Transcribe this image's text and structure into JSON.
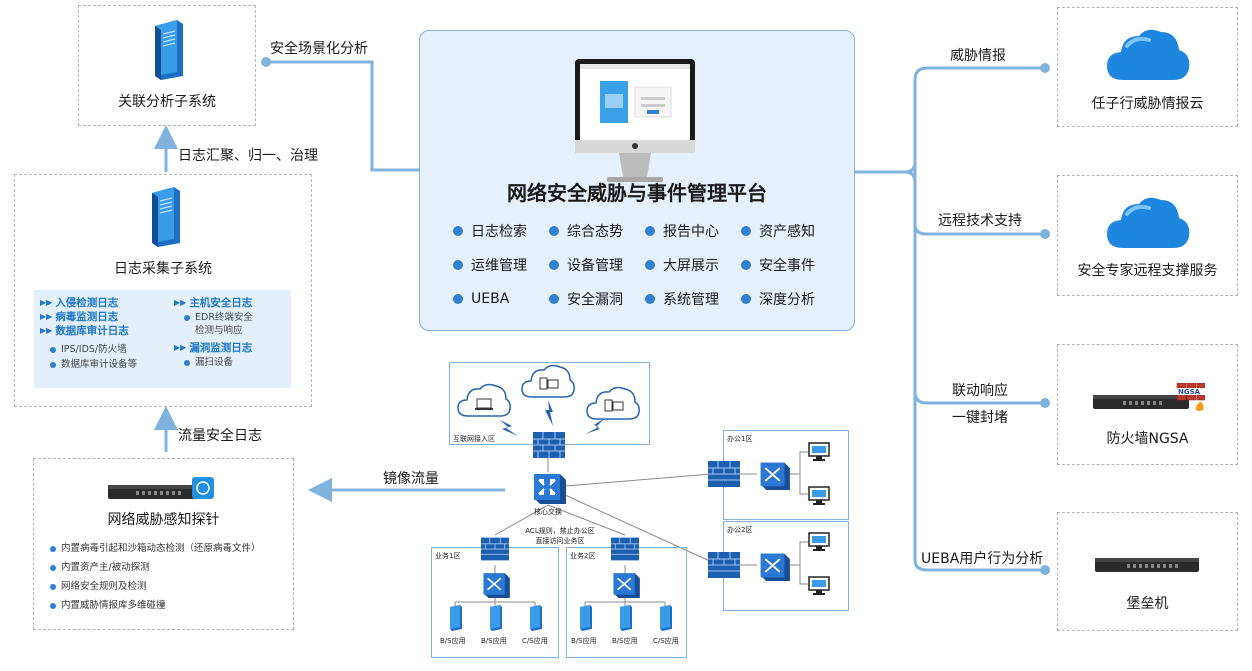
{
  "platform": {
    "title": "网络安全威胁与事件管理平台",
    "features": [
      "日志检索",
      "综合态势",
      "报告中心",
      "资产感知",
      "运维管理",
      "设备管理",
      "大屏展示",
      "安全事件",
      "UEBA",
      "安全漏洞",
      "系统管理",
      "深度分析"
    ]
  },
  "left": {
    "correlation": {
      "title": "关联分析子系统"
    },
    "scenario_label": "安全场景化分析",
    "aggregate_label": "日志汇聚、归一、治理",
    "collection": {
      "title": "日志采集子系统",
      "panel_left": {
        "items": [
          "入侵检测日志",
          "病毒监测日志",
          "数据库审计日志"
        ],
        "bullets": [
          "IPS/IDS/防火墙",
          "数据库审计设备等"
        ]
      },
      "panel_right": {
        "item1": "主机安全日志",
        "sub1": [
          "EDR终端安全",
          "检测与响应"
        ],
        "item2": "漏洞监测日志",
        "bullets": [
          "漏扫设备"
        ]
      }
    },
    "traffic_label": "流量安全日志",
    "probe": {
      "title": "网络威胁感知探针",
      "features": [
        "内置病毒引起和沙箱动态检测（还原病毒文件）",
        "内置资产主/被动探测",
        "网络安全规则及检测",
        "内置威胁情报库多维碰撞"
      ]
    },
    "mirror_label": "镜像流量"
  },
  "right": {
    "threat_intel_label": "威胁情报",
    "cloud1": "任子行威胁情报云",
    "remote_label": "远程技术支持",
    "cloud2": "安全专家远程支撑服务",
    "linkage_label1": "联动响应",
    "linkage_label2": "一键封堵",
    "firewall": "防火墙NGSA",
    "firewall_badge": "NGSA",
    "ueba_label": "UEBA用户行为分析",
    "bastion": "堡垒机"
  },
  "network": {
    "internet_zone": "互联网接入区",
    "core": "核心交换",
    "acl_note": [
      "ACL规则，禁止办公区",
      "直接访问业务区"
    ],
    "office1": "办公1区",
    "office2": "办公2区",
    "biz1": "业务1区",
    "biz2": "业务2区",
    "biz1_servers": [
      "B/S应用",
      "B/S应用",
      "C/S应用"
    ],
    "biz2_servers": [
      "B/S应用",
      "B/S应用",
      "C/S应用"
    ]
  },
  "colors": {
    "line": "#7fb3de",
    "accent": "#2f80d0",
    "panel": "#e3f0fb",
    "platform_bg": "#e5f0fa"
  }
}
